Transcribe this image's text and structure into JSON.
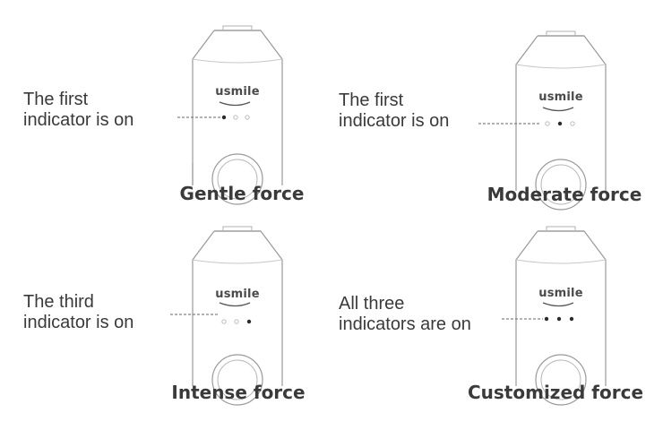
{
  "brand": "usmile",
  "modes": [
    {
      "caption_lines": [
        "The first",
        "indicator is on"
      ],
      "force": "Gentle force",
      "indicators": [
        true,
        false,
        false
      ]
    },
    {
      "caption_lines": [
        "The first",
        "indicator is on"
      ],
      "force": "Moderate force",
      "indicators": [
        false,
        true,
        false
      ]
    },
    {
      "caption_lines": [
        "The third",
        "indicator is on"
      ],
      "force": "Intense force",
      "indicators": [
        false,
        false,
        true
      ]
    },
    {
      "caption_lines": [
        "All three",
        "indicators are on"
      ],
      "force": "Customized force",
      "indicators": [
        true,
        true,
        true
      ]
    }
  ],
  "colors": {
    "outline": "#9a9a9a",
    "indicator_on": "#2b2b2b",
    "indicator_off": "#b5b5b5",
    "text": "#3a3a3a"
  }
}
